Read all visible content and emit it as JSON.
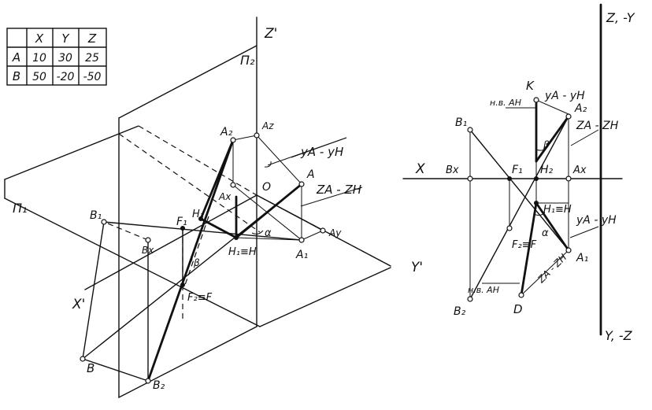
{
  "table": {
    "headers": [
      "",
      "X",
      "Y",
      "Z"
    ],
    "rows": [
      {
        "point": "A",
        "x": "10",
        "y": "30",
        "z": "25"
      },
      {
        "point": "B",
        "x": "50",
        "y": "-20",
        "z": "-50"
      }
    ]
  },
  "left": {
    "axis_z": "Z'",
    "axis_x": "X'",
    "axis_y": "Y'",
    "plane_v": "Π₂",
    "plane_h": "Π₁",
    "origin": "O",
    "points": {
      "A": "A",
      "A2": "A₂",
      "Az": "Az",
      "Ax": "Ax",
      "Ay": "Ay",
      "A1": "A₁",
      "B": "B",
      "B1": "B₁",
      "Bx": "Bx",
      "B2": "B₂",
      "F1": "F₁",
      "F2F": "F₂≡F",
      "H2": "H₂",
      "H1H": "H₁≡H"
    },
    "angles": {
      "alpha": "α",
      "beta": "β"
    },
    "dims": {
      "ya_yh": "yA - yH",
      "za_zh": "ZA - ZH"
    }
  },
  "right": {
    "axis_top": "Z, -Y",
    "axis_bottom": "Y, -Z",
    "axis_x": "X",
    "points": {
      "K": "K",
      "A2": "A₂",
      "B1": "B₁",
      "Bx": "Bx",
      "F1": "F₁",
      "H2": "H₂",
      "Ax": "Ax",
      "H1H": "H₁≡H",
      "F2F": "F₂≡F",
      "A1": "A₁",
      "B2": "B₂",
      "D": "D"
    },
    "angles": {
      "alpha": "α",
      "beta": "β"
    },
    "labels": {
      "nv_top": "н.в. АН",
      "nv_bottom": "н.в. АН",
      "ya_yh_top": "yA - yH",
      "za_zh": "ZA - ZH",
      "ya_yh_right": "yA - yH",
      "za_zh_low": "ZA - ZH"
    }
  }
}
